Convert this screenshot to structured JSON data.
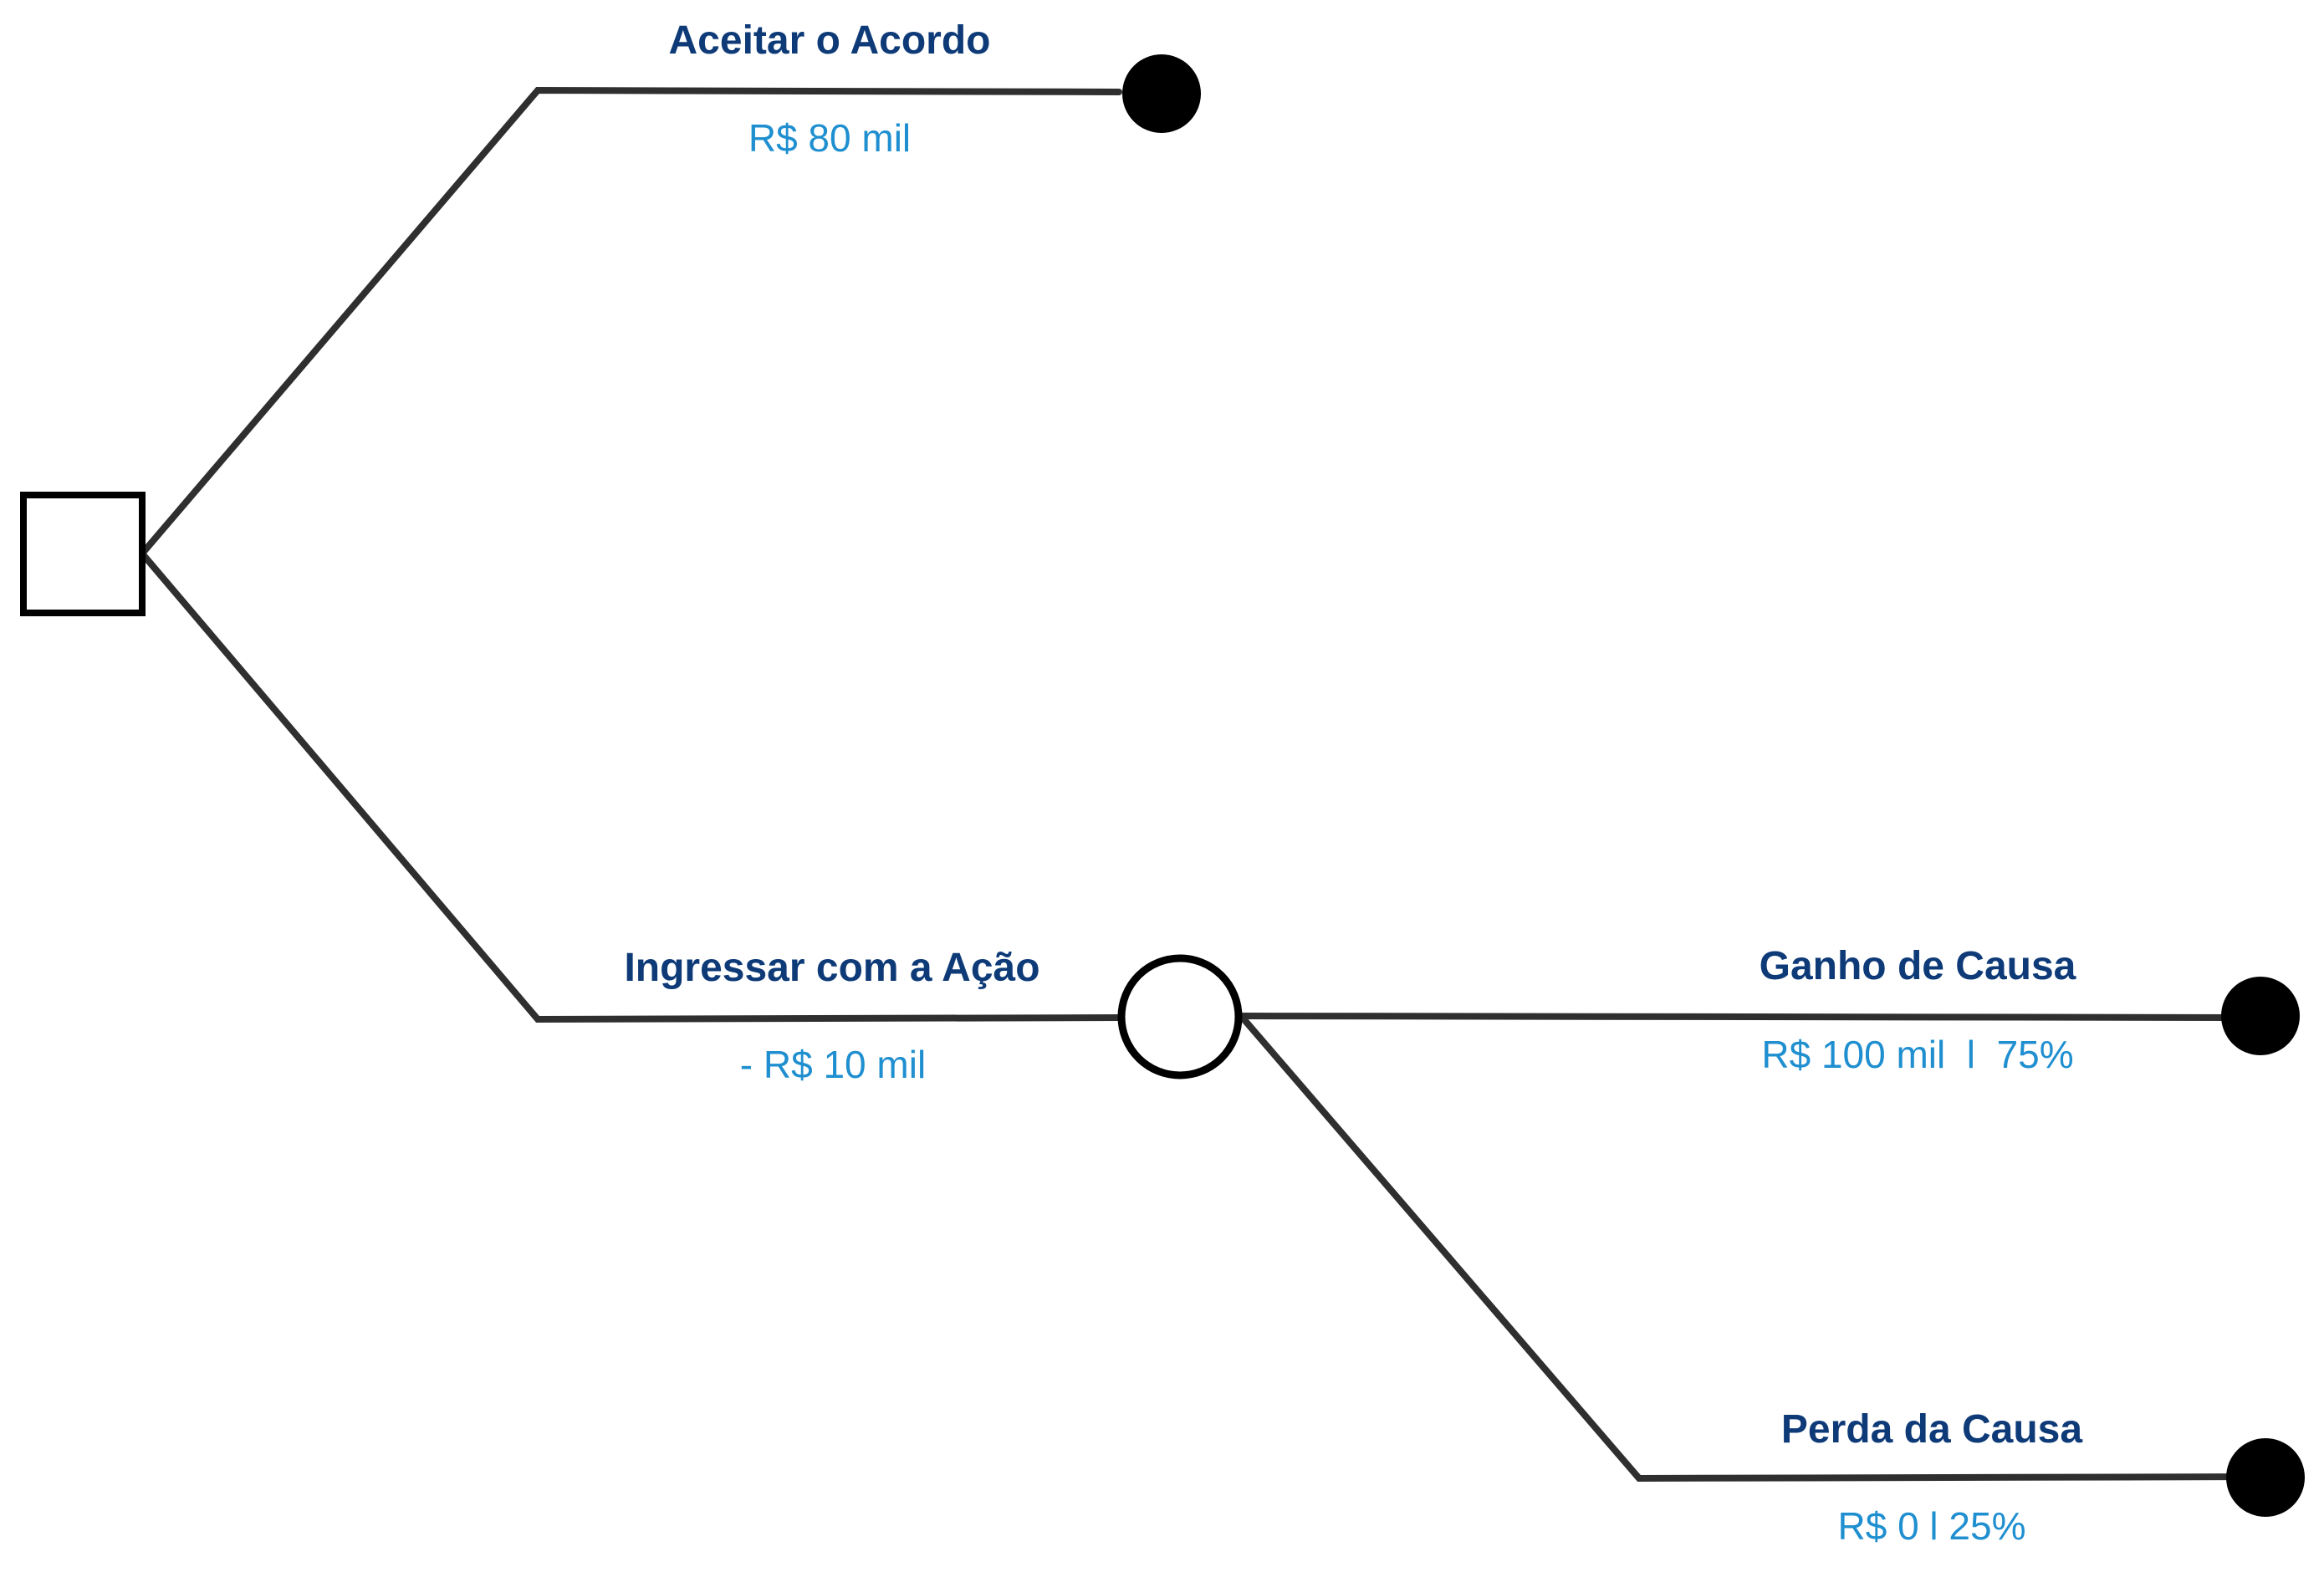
{
  "diagram": {
    "colors": {
      "line": "#2f2f2f",
      "title_text": "#0e3b78",
      "value_text": "#1f8fd0",
      "terminal_fill": "#000000"
    },
    "decision_node": {
      "shape": "square",
      "icon": "decision-square-icon"
    },
    "chance_node": {
      "shape": "circle",
      "icon": "chance-circle-icon"
    },
    "branches": {
      "accept": {
        "title": "Aceitar o Acordo",
        "value": "R$ 80 mil"
      },
      "sue": {
        "title": "Ingressar com a Ação",
        "value": "- R$ 10 mil"
      },
      "win": {
        "title": "Ganho de Causa",
        "value": "R$ 100 mil  l  75%"
      },
      "lose": {
        "title": "Perda da Causa",
        "value": "R$ 0 l 25%"
      }
    }
  }
}
